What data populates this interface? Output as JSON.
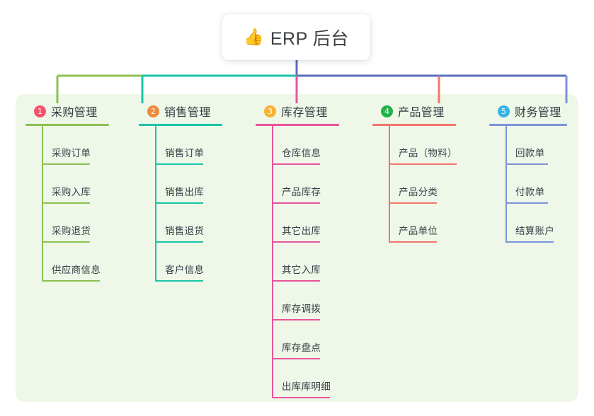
{
  "root": {
    "emoji": "👍",
    "emoji_name": "thumbs-up-icon",
    "title": "ERP 后台"
  },
  "palette": {
    "panel_bg": "#eef7e8",
    "page_bg": "#ffffff",
    "card_bg": "#ffffff",
    "title_text": "#3c4043",
    "stem_blue": "#5b6ebc",
    "bus_left": "#8cc152",
    "bus_mid": "#19c5a8",
    "bus_right": "#5b6ebc"
  },
  "columns": [
    {
      "index": "1",
      "title": "采购管理",
      "badge_color": "#f4516c",
      "line_color": "#8cc152",
      "rule_width": 118,
      "trunk_height": 222,
      "items": [
        {
          "label": "采购订单",
          "rule_width": 68
        },
        {
          "label": "采购入库",
          "rule_width": 68
        },
        {
          "label": "采购退货",
          "rule_width": 68
        },
        {
          "label": "供应商信息",
          "rule_width": 82
        }
      ]
    },
    {
      "index": "2",
      "title": "销售管理",
      "badge_color": "#f0893c",
      "line_color": "#19c5a8",
      "rule_width": 118,
      "trunk_height": 222,
      "items": [
        {
          "label": "销售订单",
          "rule_width": 68
        },
        {
          "label": "销售出库",
          "rule_width": 68
        },
        {
          "label": "销售退货",
          "rule_width": 68
        },
        {
          "label": "客户信息",
          "rule_width": 68
        }
      ]
    },
    {
      "index": "3",
      "title": "库存管理",
      "badge_color": "#f8b133",
      "line_color": "#e8559b",
      "rule_width": 118,
      "trunk_height": 387,
      "items": [
        {
          "label": "仓库信息",
          "rule_width": 68
        },
        {
          "label": "产品库存",
          "rule_width": 68
        },
        {
          "label": "其它出库",
          "rule_width": 68
        },
        {
          "label": "其它入库",
          "rule_width": 68
        },
        {
          "label": "库存调拨",
          "rule_width": 68
        },
        {
          "label": "库存盘点",
          "rule_width": 68
        },
        {
          "label": "出库库明细",
          "rule_width": 82
        }
      ]
    },
    {
      "index": "4",
      "title": "产品管理",
      "badge_color": "#22b24c",
      "line_color": "#f4756b",
      "rule_width": 118,
      "trunk_height": 167,
      "items": [
        {
          "label": "产品（物料）",
          "rule_width": 96
        },
        {
          "label": "产品分类",
          "rule_width": 68
        },
        {
          "label": "产品单位",
          "rule_width": 68
        }
      ]
    },
    {
      "index": "5",
      "title": "财务管理",
      "badge_color": "#33b5e5",
      "line_color": "#7b93d8",
      "rule_width": 110,
      "trunk_height": 167,
      "items": [
        {
          "label": "回款单",
          "rule_width": 60
        },
        {
          "label": "付款单",
          "rule_width": 60
        },
        {
          "label": "结算账户",
          "rule_width": 68
        }
      ]
    }
  ]
}
